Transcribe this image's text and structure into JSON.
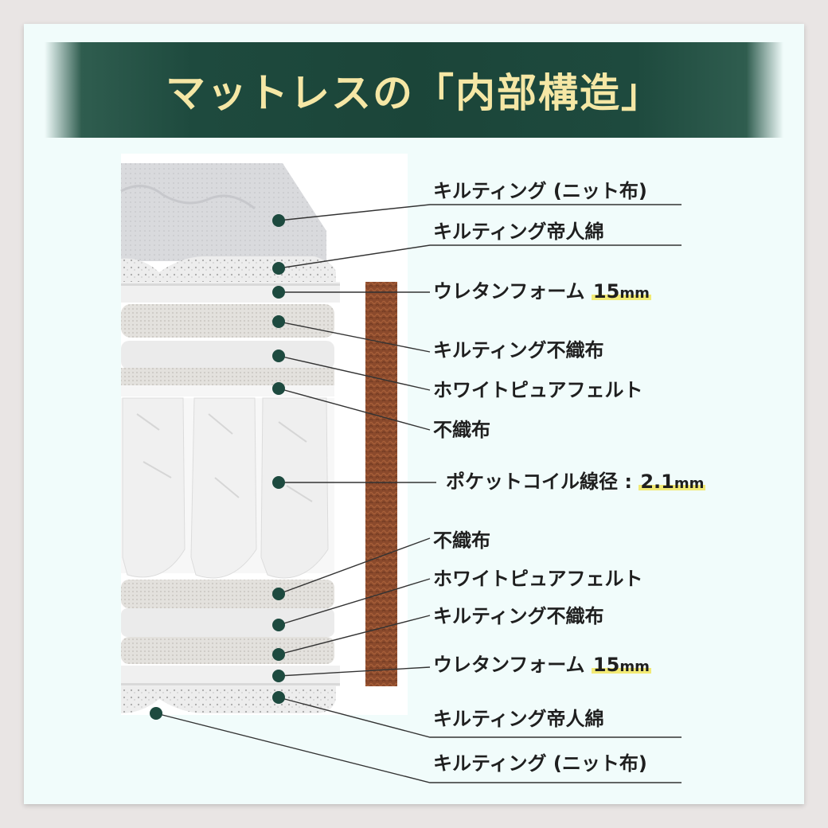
{
  "title": "マットレスの「内部構造」",
  "colors": {
    "banner": "#1b4539",
    "title": "#f5e7a5",
    "dot": "#1d4a3f",
    "highlight": "#f2ea75",
    "fiber": "#8b4a2c"
  },
  "labels": [
    {
      "id": "top-knit",
      "text": "キルティング (ニット布)"
    },
    {
      "id": "top-teijin",
      "text": "キルティング帝人綿"
    },
    {
      "id": "top-urethane",
      "text": "ウレタンフォーム",
      "value": "15",
      "unit": "mm"
    },
    {
      "id": "top-nonwoven-quilt",
      "text": "キルティング不織布"
    },
    {
      "id": "top-felt",
      "text": "ホワイトピュアフェルト"
    },
    {
      "id": "top-nonwoven",
      "text": "不織布"
    },
    {
      "id": "pocket-coil",
      "text": "ポケットコイル線径 : ",
      "value": "2.1",
      "unit": "mm"
    },
    {
      "id": "bottom-nonwoven",
      "text": "不織布"
    },
    {
      "id": "bottom-felt",
      "text": "ホワイトピュアフェルト"
    },
    {
      "id": "bottom-nonwoven-quilt",
      "text": "キルティング不織布"
    },
    {
      "id": "bottom-urethane",
      "text": "ウレタンフォーム",
      "value": "15",
      "unit": "mm"
    },
    {
      "id": "bottom-teijin",
      "text": "キルティング帝人綿"
    },
    {
      "id": "bottom-knit",
      "text": "キルティング (ニット布)"
    }
  ]
}
